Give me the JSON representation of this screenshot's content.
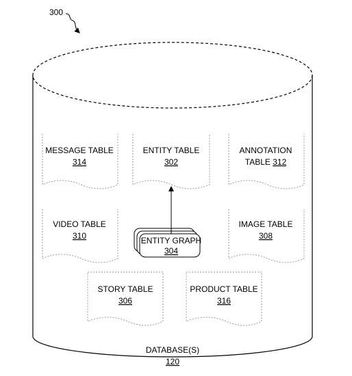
{
  "figure": {
    "ref_number": "300",
    "database_label": "DATABASE(S)",
    "database_number": "120"
  },
  "tables": [
    {
      "line1": "MESSAGE TABLE",
      "line2": "",
      "number": "314"
    },
    {
      "line1": "ENTITY TABLE",
      "line2": "",
      "number": "302"
    },
    {
      "line1": "ANNOTATION",
      "line2": "TABLE",
      "number": "312"
    },
    {
      "line1": "VIDEO TABLE",
      "line2": "",
      "number": "310"
    },
    {
      "line1": "IMAGE TABLE",
      "line2": "",
      "number": "308"
    },
    {
      "line1": "STORY TABLE",
      "line2": "",
      "number": "306"
    },
    {
      "line1": "PRODUCT TABLE",
      "line2": "",
      "number": "316"
    }
  ],
  "entity_graph": {
    "label": "ENTITY GRAPH",
    "number": "304"
  }
}
